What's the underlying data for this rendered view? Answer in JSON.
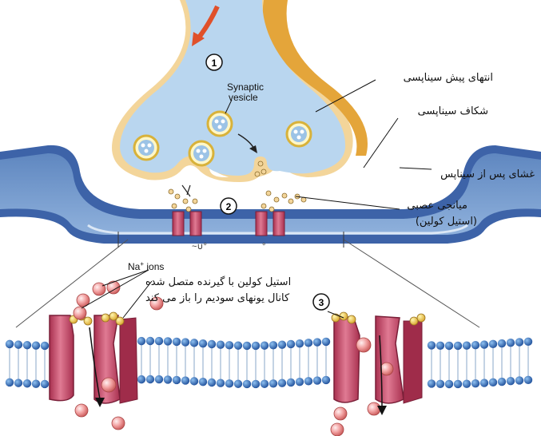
{
  "labels": {
    "synaptic_vesicle_1": "Synaptic",
    "synaptic_vesicle_2": "vesicle",
    "presynaptic_terminal": "انتهای پیش سیناپسی",
    "synaptic_cleft": "شکاف سیناپسی",
    "postsynaptic_membrane": "غشای پس از سیناپس",
    "neurotransmitter_1": "میانجی عصبی",
    "neurotransmitter_2": "(استیل کولین)",
    "na_ions_prefix": "Na",
    "na_ions_sup": "+",
    "na_ions_suffix": " ions",
    "acetylcholine_1": "استیل کولین با گیرنده متصل شده",
    "acetylcholine_2": "کانال یونهای سودیم را باز می کند"
  },
  "steps": {
    "step1": "1",
    "step2": "2",
    "step3": "3"
  },
  "colors": {
    "axoplasm": "#b9d6ef",
    "axon_outer": "#e6a93a",
    "cleft_blue": "#6f95c9",
    "membrane_head": "#2f6fb6",
    "channel": "#c94f70",
    "na_ion": "#f0a0a0",
    "arrow_red": "#e0502a"
  }
}
